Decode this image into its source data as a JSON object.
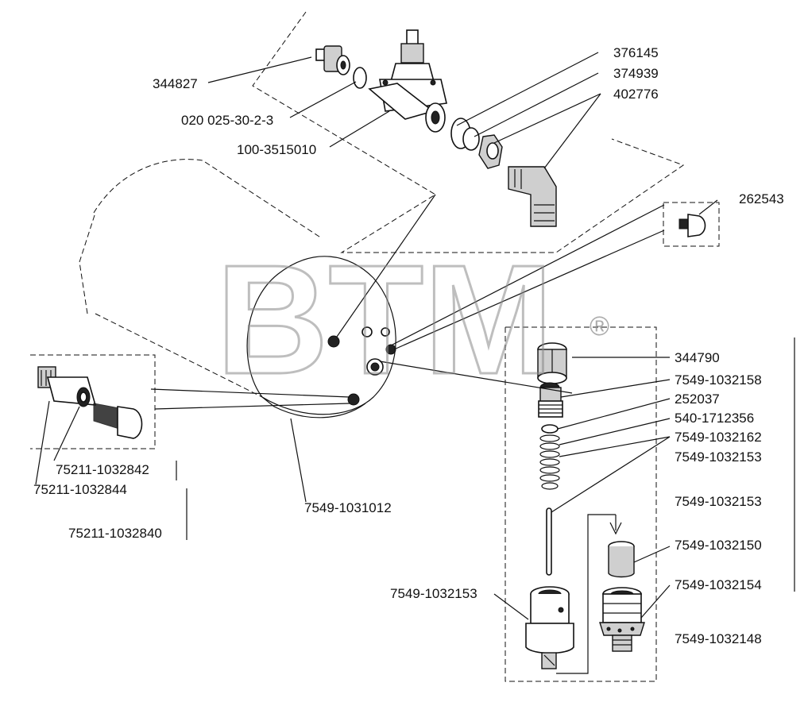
{
  "watermark": {
    "text": "BTM",
    "registered_mark": "®"
  },
  "part_numbers": {
    "p344827": "344827",
    "p020025": "020 025-30-2-3",
    "p1003515010": "100-3515010",
    "p376145": "376145",
    "p374939": "374939",
    "p402776": "402776",
    "p262543": "262543",
    "p344790": "344790",
    "p7549_1032158": "7549-1032158",
    "p252037": "252037",
    "p540_1712356": "540-1712356",
    "p7549_1032162": "7549-1032162",
    "p7549_1032153_a": "7549-1032153",
    "p7549_1032153_b": "7549-1032153",
    "p7549_1032153_c": "7549-1032153",
    "p7549_1032150": "7549-1032150",
    "p7549_1032154": "7549-1032154",
    "p7549_1032148": "7549-1032148",
    "p7549_1031012": "7549-1031012",
    "p75211_1032842": "75211-1032842",
    "p75211_1032844": "75211-1032844",
    "p75211_1032840": "75211-1032840"
  },
  "icons": [
    "arrow-down-icon",
    "registered-mark-icon"
  ]
}
